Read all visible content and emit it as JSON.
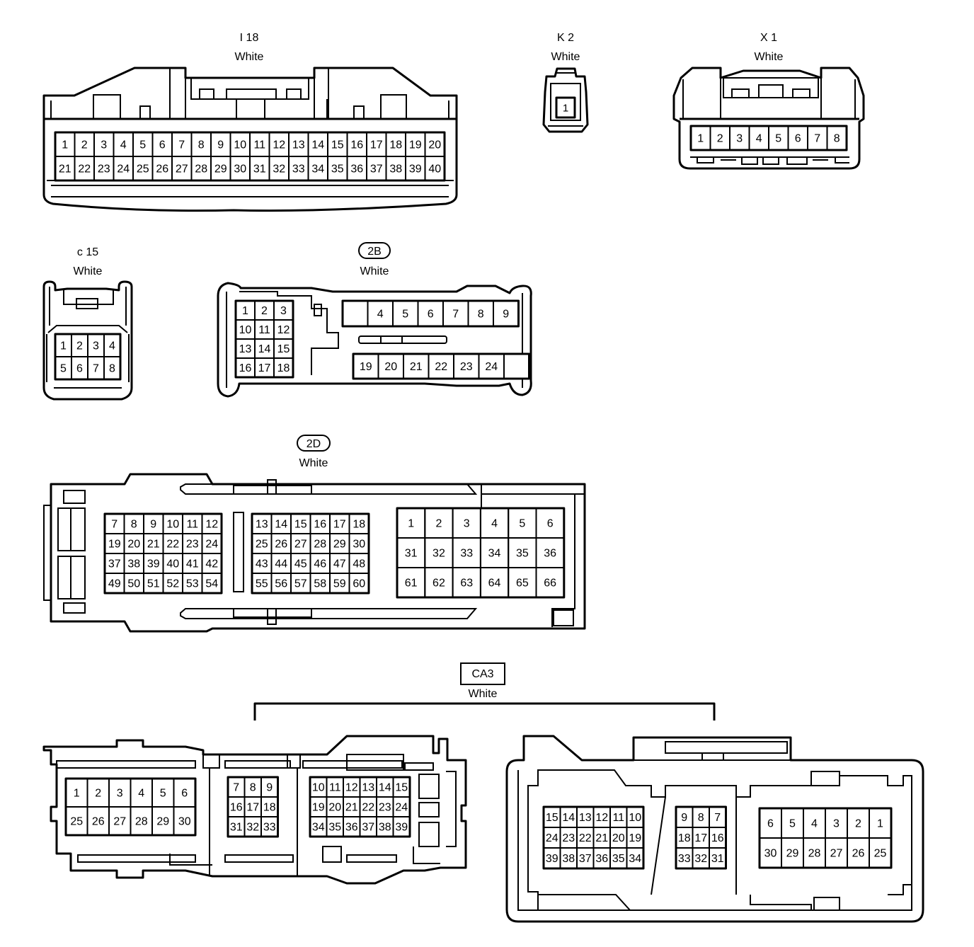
{
  "connectors": [
    {
      "id": "i18",
      "code": "I 18",
      "color": "White",
      "rows": [
        [
          "1",
          "2",
          "3",
          "4",
          "5",
          "6",
          "7",
          "8",
          "9",
          "10",
          "11",
          "12",
          "13",
          "14",
          "15",
          "16",
          "17",
          "18",
          "19",
          "20"
        ],
        [
          "21",
          "22",
          "23",
          "24",
          "25",
          "26",
          "27",
          "28",
          "29",
          "30",
          "31",
          "32",
          "33",
          "34",
          "35",
          "36",
          "37",
          "38",
          "39",
          "40"
        ]
      ]
    },
    {
      "id": "k2",
      "code": "K 2",
      "color": "White",
      "rows": [
        [
          "1"
        ]
      ]
    },
    {
      "id": "x1",
      "code": "X 1",
      "color": "White",
      "rows": [
        [
          "1",
          "2",
          "3",
          "4",
          "5",
          "6",
          "7",
          "8"
        ]
      ]
    },
    {
      "id": "c15",
      "code": "c 15",
      "color": "White",
      "rows": [
        [
          "1",
          "2",
          "3",
          "4"
        ],
        [
          "5",
          "6",
          "7",
          "8"
        ]
      ]
    },
    {
      "id": "2b",
      "code": "2B",
      "color": "White",
      "blocks": [
        {
          "rows": [
            [
              "1",
              "2",
              "3"
            ],
            [
              "10",
              "11",
              "12"
            ],
            [
              "13",
              "14",
              "15"
            ],
            [
              "16",
              "17",
              "18"
            ]
          ]
        },
        {
          "rows": [
            [
              "",
              "4",
              "5",
              "6",
              "7",
              "8",
              "9"
            ]
          ]
        },
        {
          "rows": [
            [
              "19",
              "20",
              "21",
              "22",
              "23",
              "24",
              ""
            ]
          ]
        }
      ]
    },
    {
      "id": "2d",
      "code": "2D",
      "color": "White",
      "blocks": [
        {
          "rows": [
            [
              "7",
              "8",
              "9",
              "10",
              "11",
              "12"
            ],
            [
              "19",
              "20",
              "21",
              "22",
              "23",
              "24"
            ],
            [
              "37",
              "38",
              "39",
              "40",
              "41",
              "42"
            ],
            [
              "49",
              "50",
              "51",
              "52",
              "53",
              "54"
            ]
          ]
        },
        {
          "rows": [
            [
              "13",
              "14",
              "15",
              "16",
              "17",
              "18"
            ],
            [
              "25",
              "26",
              "27",
              "28",
              "29",
              "30"
            ],
            [
              "43",
              "44",
              "45",
              "46",
              "47",
              "48"
            ],
            [
              "55",
              "56",
              "57",
              "58",
              "59",
              "60"
            ]
          ]
        },
        {
          "rows": [
            [
              "1",
              "2",
              "3",
              "4",
              "5",
              "6"
            ],
            [
              "31",
              "32",
              "33",
              "34",
              "35",
              "36"
            ],
            [
              "61",
              "62",
              "63",
              "64",
              "65",
              "66"
            ]
          ]
        }
      ]
    },
    {
      "id": "ca3",
      "code": "CA3",
      "color": "White",
      "left_blocks": [
        {
          "rows": [
            [
              "1",
              "2",
              "3",
              "4",
              "5",
              "6"
            ],
            [
              "25",
              "26",
              "27",
              "28",
              "29",
              "30"
            ]
          ]
        },
        {
          "rows": [
            [
              "7",
              "8",
              "9"
            ],
            [
              "16",
              "17",
              "18"
            ],
            [
              "31",
              "32",
              "33"
            ]
          ]
        },
        {
          "rows": [
            [
              "10",
              "11",
              "12",
              "13",
              "14",
              "15"
            ],
            [
              "19",
              "20",
              "21",
              "22",
              "23",
              "24"
            ],
            [
              "34",
              "35",
              "36",
              "37",
              "38",
              "39"
            ]
          ]
        }
      ],
      "right_blocks": [
        {
          "rows": [
            [
              "15",
              "14",
              "13",
              "12",
              "11",
              "10"
            ],
            [
              "24",
              "23",
              "22",
              "21",
              "20",
              "19"
            ],
            [
              "39",
              "38",
              "37",
              "36",
              "35",
              "34"
            ]
          ]
        },
        {
          "rows": [
            [
              "9",
              "8",
              "7"
            ],
            [
              "18",
              "17",
              "16"
            ],
            [
              "33",
              "32",
              "31"
            ]
          ]
        },
        {
          "rows": [
            [
              "6",
              "5",
              "4",
              "3",
              "2",
              "1"
            ],
            [
              "30",
              "29",
              "28",
              "27",
              "26",
              "25"
            ]
          ]
        }
      ]
    }
  ]
}
